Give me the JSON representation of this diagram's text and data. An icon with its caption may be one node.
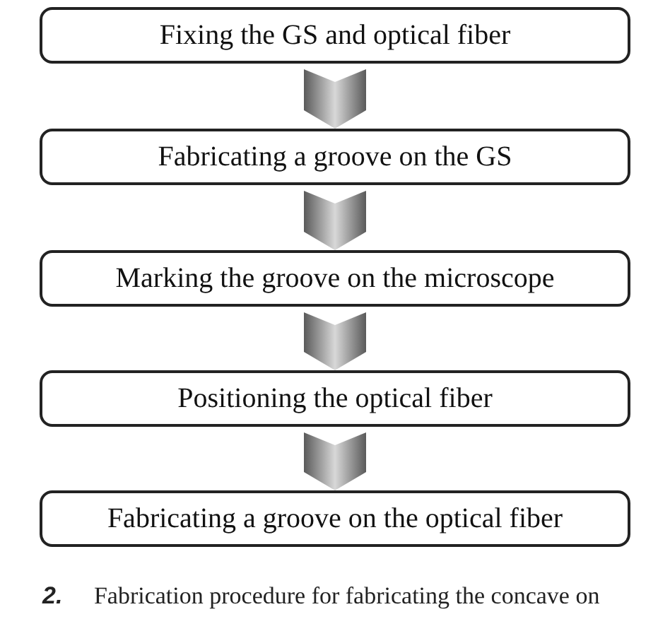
{
  "diagram": {
    "caption": "**2.** Fabrication procedure for fabricating the concave on",
    "nodes": [
      {
        "text": [
          "Fixing the GS and optical fiber"
        ]
      },
      {
        "text": [
          "Fabricating a groove on the GS"
        ]
      },
      {
        "text": [
          "Marking the groove on the microscope"
        ]
      },
      {
        "text": [
          "Positioning the optical fiber"
        ]
      },
      {
        "text": [
          "Fabricating a groove on the optical fiber"
        ]
      }
    ],
    "edges": [
      {
        "from": 0,
        "to": 1,
        "arrow": "to"
      },
      {
        "from": 1,
        "to": 2,
        "arrow": "to"
      },
      {
        "from": 2,
        "to": 3,
        "arrow": "to"
      },
      {
        "from": 3,
        "to": 4,
        "arrow": "to"
      }
    ]
  }
}
